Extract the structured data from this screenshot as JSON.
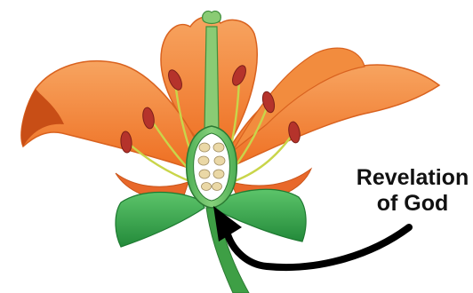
{
  "callout": {
    "line1": "Revelation",
    "line2": "of God"
  },
  "colors": {
    "petal": "#F07B2C",
    "petal_dark": "#C84E16",
    "petal_light": "#F7A460",
    "leaf": "#2F9A45",
    "leaf_light": "#5CC46A",
    "ovary": "#6FC16B",
    "ovule": "#EAD8A6",
    "anther": "#B5332B",
    "filament": "#C9D54A",
    "arrow": "#000000"
  },
  "icons": [
    "lily-flower-illustration",
    "curved-arrow"
  ]
}
